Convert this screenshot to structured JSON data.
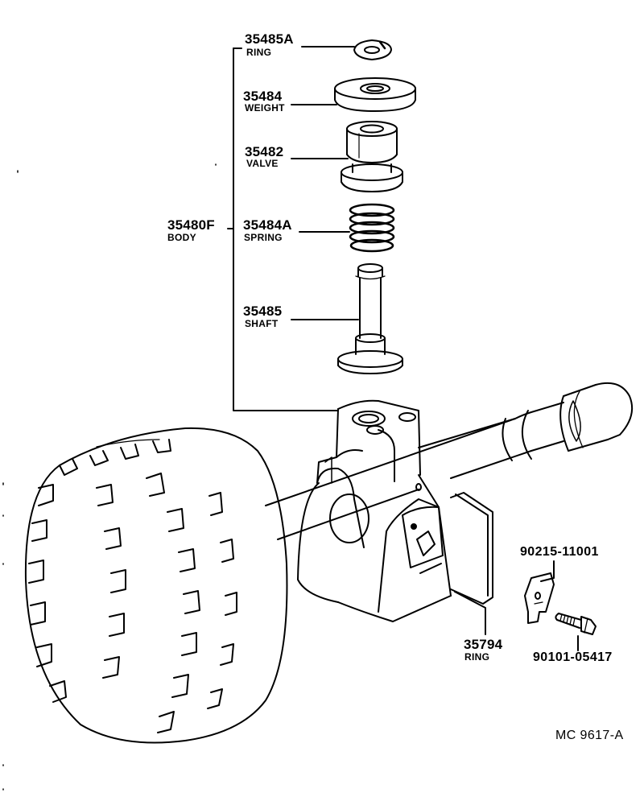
{
  "parts": {
    "ring_top": {
      "number": "35485A",
      "name": "RING"
    },
    "weight": {
      "number": "35484",
      "name": "WEIGHT"
    },
    "valve": {
      "number": "35482",
      "name": "VALVE"
    },
    "body": {
      "number": "35480F",
      "name": "BODY"
    },
    "spring": {
      "number": "35484A",
      "name": "SPRING"
    },
    "shaft": {
      "number": "35485",
      "name": "SHAFT"
    },
    "ring_wire": {
      "number": "35794",
      "name": "RING"
    },
    "plate": {
      "number": "90215-11001"
    },
    "bolt": {
      "number": "90101-05417"
    }
  },
  "diagram_code": "MC 9617-A"
}
